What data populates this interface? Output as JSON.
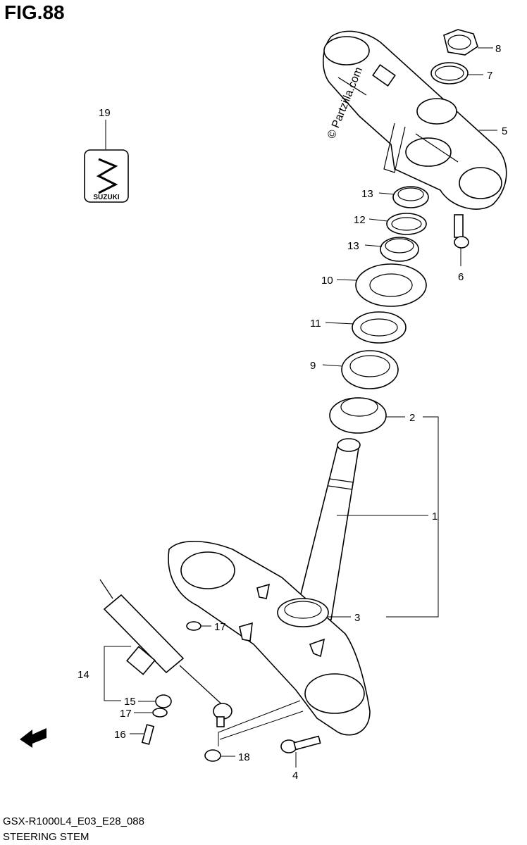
{
  "figure": {
    "title": "FIG.88",
    "model_code": "GSX-R1000L4_E03_E28_088",
    "section_name": "STEERING STEM",
    "watermark": "© Partzilla.com"
  },
  "emblem": {
    "text": "SUZUKI"
  },
  "callouts": [
    {
      "id": "c8",
      "number": "8"
    },
    {
      "id": "c7",
      "number": "7"
    },
    {
      "id": "c5",
      "number": "5"
    },
    {
      "id": "c19",
      "number": "19"
    },
    {
      "id": "c13a",
      "number": "13"
    },
    {
      "id": "c12",
      "number": "12"
    },
    {
      "id": "c13b",
      "number": "13"
    },
    {
      "id": "c6",
      "number": "6"
    },
    {
      "id": "c10",
      "number": "10"
    },
    {
      "id": "c11",
      "number": "11"
    },
    {
      "id": "c9",
      "number": "9"
    },
    {
      "id": "c2",
      "number": "2"
    },
    {
      "id": "c1",
      "number": "1"
    },
    {
      "id": "c3",
      "number": "3"
    },
    {
      "id": "c17a",
      "number": "17"
    },
    {
      "id": "c14",
      "number": "14"
    },
    {
      "id": "c15",
      "number": "15"
    },
    {
      "id": "c17b",
      "number": "17"
    },
    {
      "id": "c16",
      "number": "16"
    },
    {
      "id": "c18",
      "number": "18"
    },
    {
      "id": "c4",
      "number": "4"
    }
  ],
  "fwd_icon": "fwd-arrow-icon"
}
